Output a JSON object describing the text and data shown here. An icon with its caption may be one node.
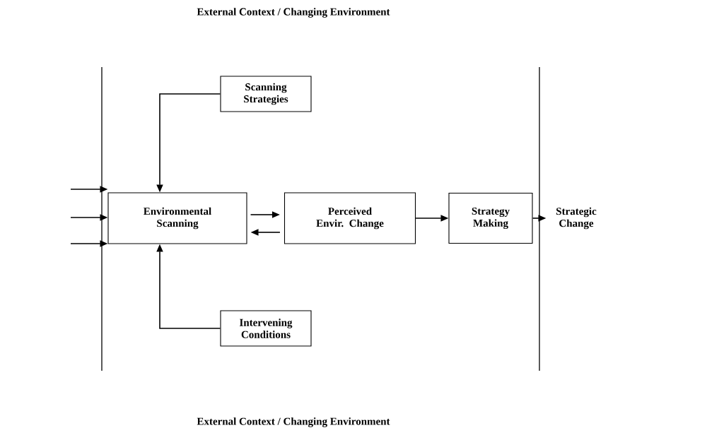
{
  "diagram": {
    "nodes": [
      {
        "text": [
          "Scanning Strategies"
        ]
      },
      {
        "text": [
          "Environmental Scanning"
        ]
      },
      {
        "text": [
          "Perceived Envir. Change"
        ]
      },
      {
        "text": [
          "Strategy Making"
        ]
      },
      {
        "text": [
          "Strategic Change"
        ]
      },
      {
        "text": [
          "Intervening Conditions"
        ]
      }
    ],
    "edges": [
      {
        "from": 0,
        "to": 1,
        "arrow": "to"
      },
      {
        "from": 5,
        "to": 1,
        "arrow": "to"
      },
      {
        "from": null,
        "to": 1,
        "arrow": "to"
      },
      {
        "from": null,
        "to": 1,
        "arrow": "to"
      },
      {
        "from": null,
        "to": 1,
        "arrow": "to"
      },
      {
        "from": 1,
        "to": 2,
        "arrow": "to"
      },
      {
        "from": 2,
        "to": 1,
        "arrow": "to"
      },
      {
        "from": 2,
        "to": 3,
        "arrow": "to"
      },
      {
        "from": 3,
        "to": 4,
        "arrow": "to"
      }
    ],
    "labels": [
      "External Context / Changing Environment",
      "External Context / Changing Environment"
    ]
  }
}
